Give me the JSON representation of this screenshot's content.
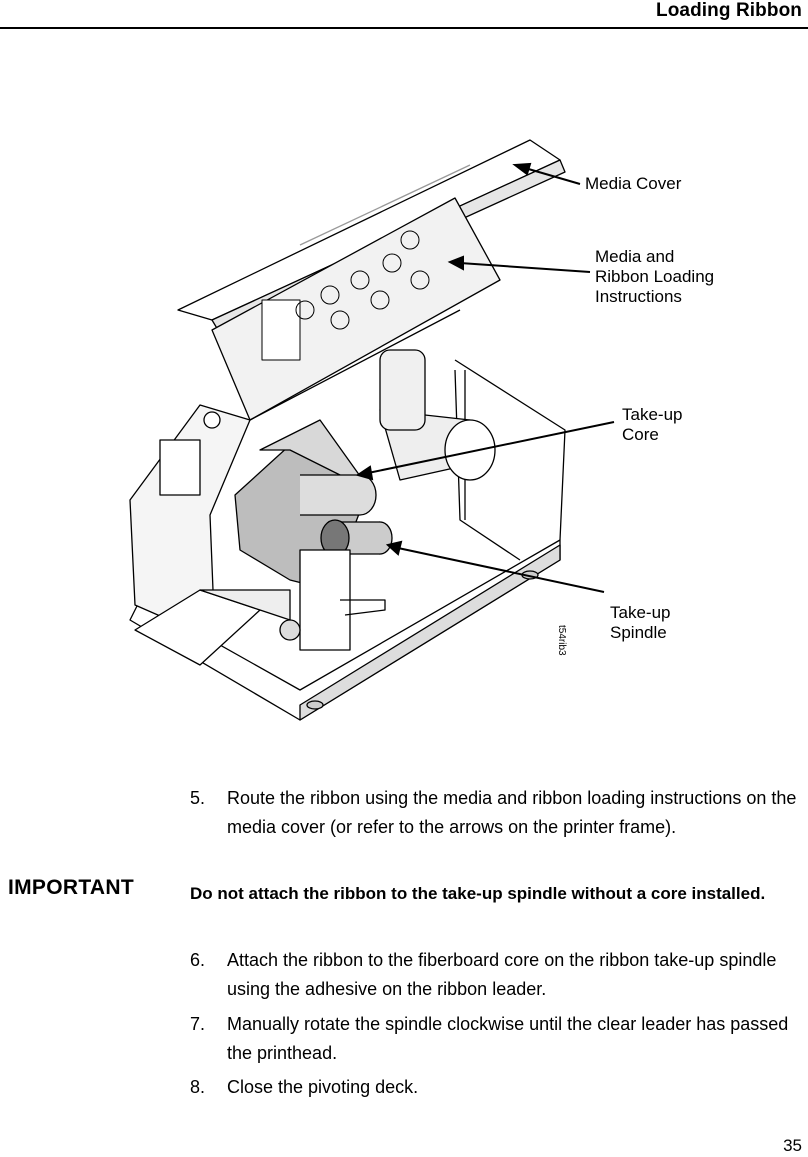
{
  "header": {
    "title": "Loading Ribbon"
  },
  "figure": {
    "callouts": {
      "media_cover": "Media Cover",
      "instructions": "Media and\nRibbon Loading\nInstructions",
      "takeup_core": "Take-up\nCore",
      "takeup_spindle": "Take-up\nSpindle"
    },
    "figure_id": "t54rib3"
  },
  "steps": [
    {
      "number": "5.",
      "text": "Route the ribbon using the media and ribbon loading instructions on the media cover (or refer to the arrows on the printer frame)."
    },
    {
      "number": "6.",
      "text": "Attach the ribbon to the fiberboard core on the ribbon take-up spindle using the adhesive on the ribbon leader."
    },
    {
      "number": "7.",
      "text": "Manually rotate the spindle clockwise until the clear leader has passed the printhead."
    },
    {
      "number": "8.",
      "text": "Close the pivoting deck."
    }
  ],
  "important": {
    "label": "IMPORTANT",
    "text": "Do not attach the ribbon to the take-up spindle without a core installed."
  },
  "page_number": "35"
}
